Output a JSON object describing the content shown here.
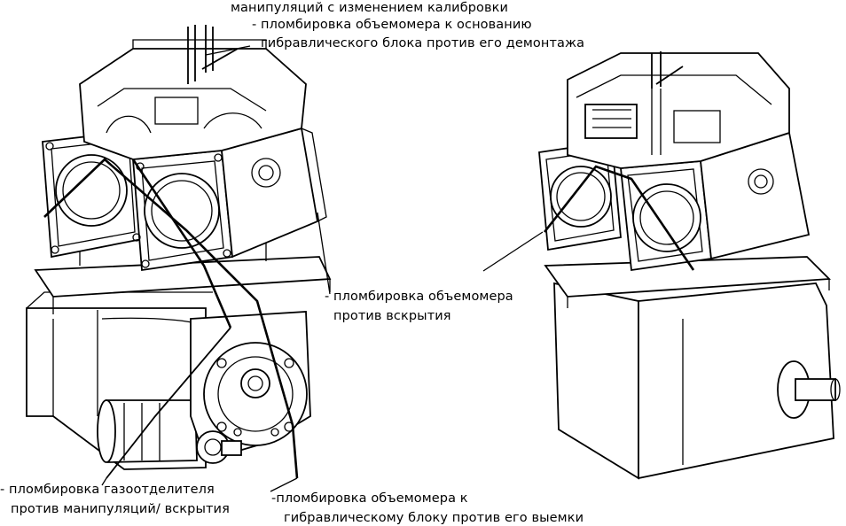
{
  "labels": {
    "top_line1": "манипуляций с изменением калибровки",
    "top_line2": "- пломбировка объемомера к основанию",
    "top_line3": "гибравлического блока против его демонтажа",
    "mid_line1": "- пломбировка объемомера",
    "mid_line2": "против вскрытия",
    "bl_line1": "- пломбировка  газоотделителя",
    "bl_line2": "против манипуляций/ вскрытия",
    "bc_line1": "-пломбировка объемомера к",
    "bc_line2": "гибравлическому блоку против его выемки"
  }
}
